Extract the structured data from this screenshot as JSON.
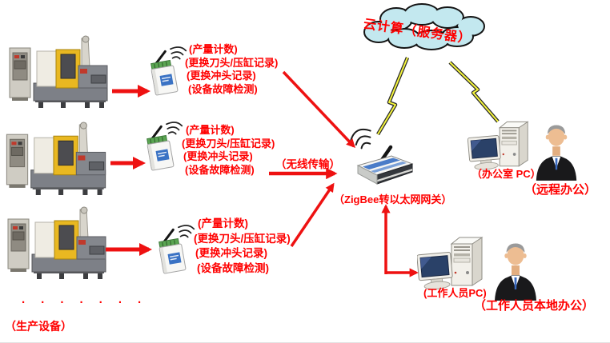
{
  "colors": {
    "label_red": "#ff0000",
    "arrow_red": "#ee1111",
    "cloud_fill": "#c3e8ef",
    "machine_yellow": "#e9b821",
    "gateway_blue": "#4a7cc8",
    "lightning_yellow": "#f5f53c",
    "screen_navy": "#2a4168",
    "suit_black": "#19191b",
    "tie_blue": "#3a6abf"
  },
  "cloud": {
    "label": "云计算（服务器）"
  },
  "sensor_rows": [
    {
      "labels": [
        "(产量计数)",
        "(更换刀头/压缸记录)",
        "(更换冲头记录)",
        "(设备故障检测)"
      ]
    },
    {
      "labels": [
        "(产量计数)",
        "(更换刀头/压缸记录)",
        "(更换冲头记录)",
        "(设备故障检测)"
      ]
    },
    {
      "labels": [
        "(产量计数)",
        "(更换刀头/压缸记录)",
        "(更换冲头记录)",
        "(设备故障检测)"
      ]
    }
  ],
  "gateway": {
    "label": "（ZigBee转以太网网关）"
  },
  "wireless": {
    "label": "（无线传输）"
  },
  "office_pc": {
    "label": "（办公室 PC）"
  },
  "remote_office": {
    "label": "（远程办公）"
  },
  "staff_pc": {
    "label": "(工作人员PC)"
  },
  "staff_local_office": {
    "label": "（工作人员本地办公）"
  },
  "production": {
    "dots": "· · · · · · ·",
    "label": "（生产设备）"
  }
}
